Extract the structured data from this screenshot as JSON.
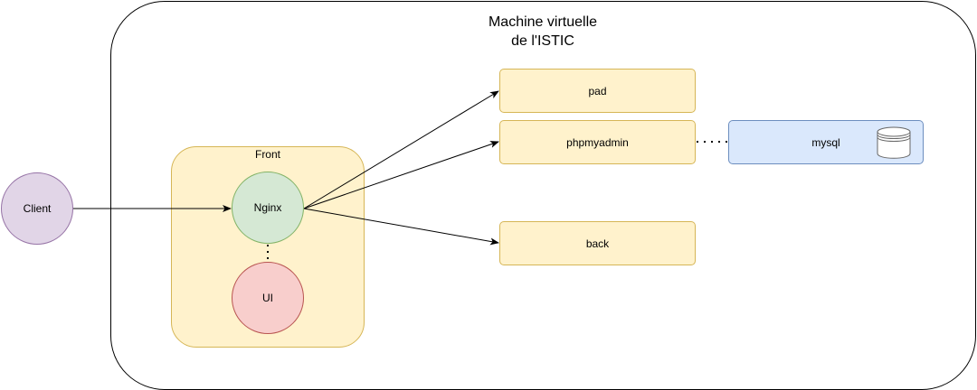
{
  "vm": {
    "title_line1": "Machine virtuelle",
    "title_line2": "de l'ISTIC"
  },
  "front": {
    "label": "Front",
    "nginx": "Nginx",
    "ui": "UI"
  },
  "client": "Client",
  "services": {
    "pad": "pad",
    "phpmyadmin": "phpmyadmin",
    "back": "back",
    "mysql": "mysql"
  },
  "icons": {
    "database": "database-icon"
  },
  "colors": {
    "front_fill": "#fff2cc",
    "front_stroke": "#d6b656",
    "client_fill": "#e1d5e7",
    "nginx_fill": "#d5e8d4",
    "ui_fill": "#f8cecc",
    "mysql_fill": "#dae8fc"
  }
}
